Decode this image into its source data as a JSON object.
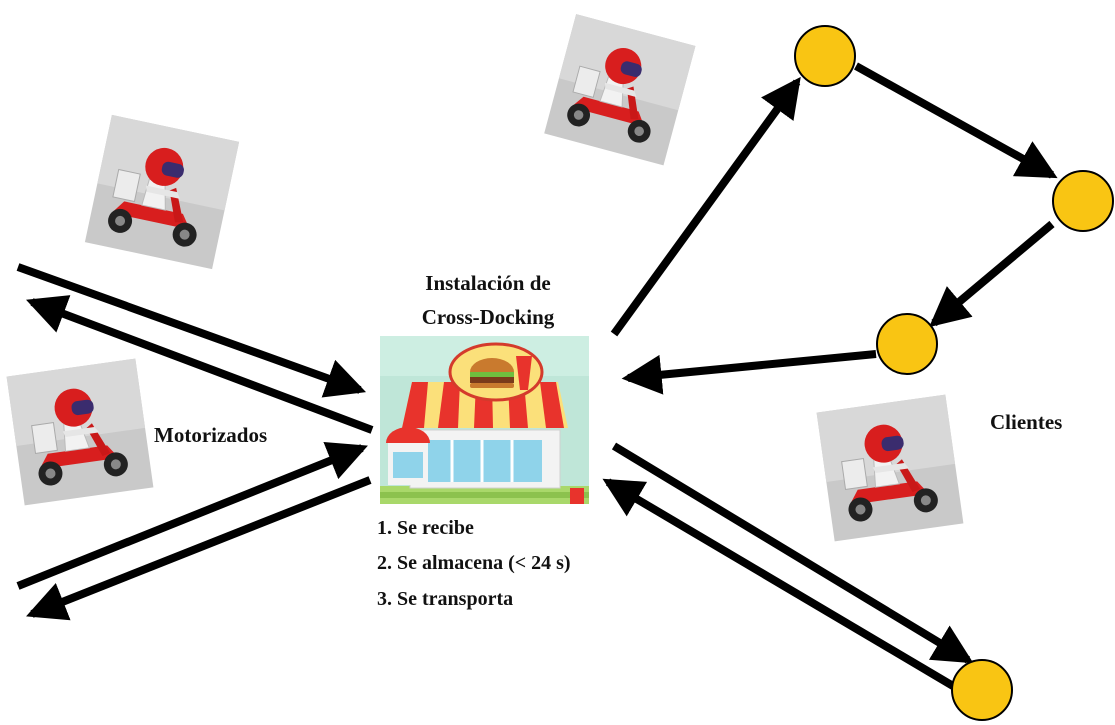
{
  "facility": {
    "title_line1": "Instalación de",
    "title_line2": "Cross-Docking"
  },
  "labels": {
    "left": "Motorizados",
    "right": "Clientes"
  },
  "steps": [
    "1. Se recibe",
    "2. Se almacena (< 24 s)",
    "3. Se transporta"
  ],
  "colors": {
    "client_node": "#F9C513",
    "arrow": "#000000",
    "scooter": "#D81E1E",
    "helmet_visor": "#3A2C6E",
    "awning_red": "#E8332C",
    "awning_yellow": "#FBE07A"
  },
  "icons": {
    "courier": "delivery-scooter-icon",
    "store": "fast-food-store-icon",
    "client": "client-node-icon"
  }
}
